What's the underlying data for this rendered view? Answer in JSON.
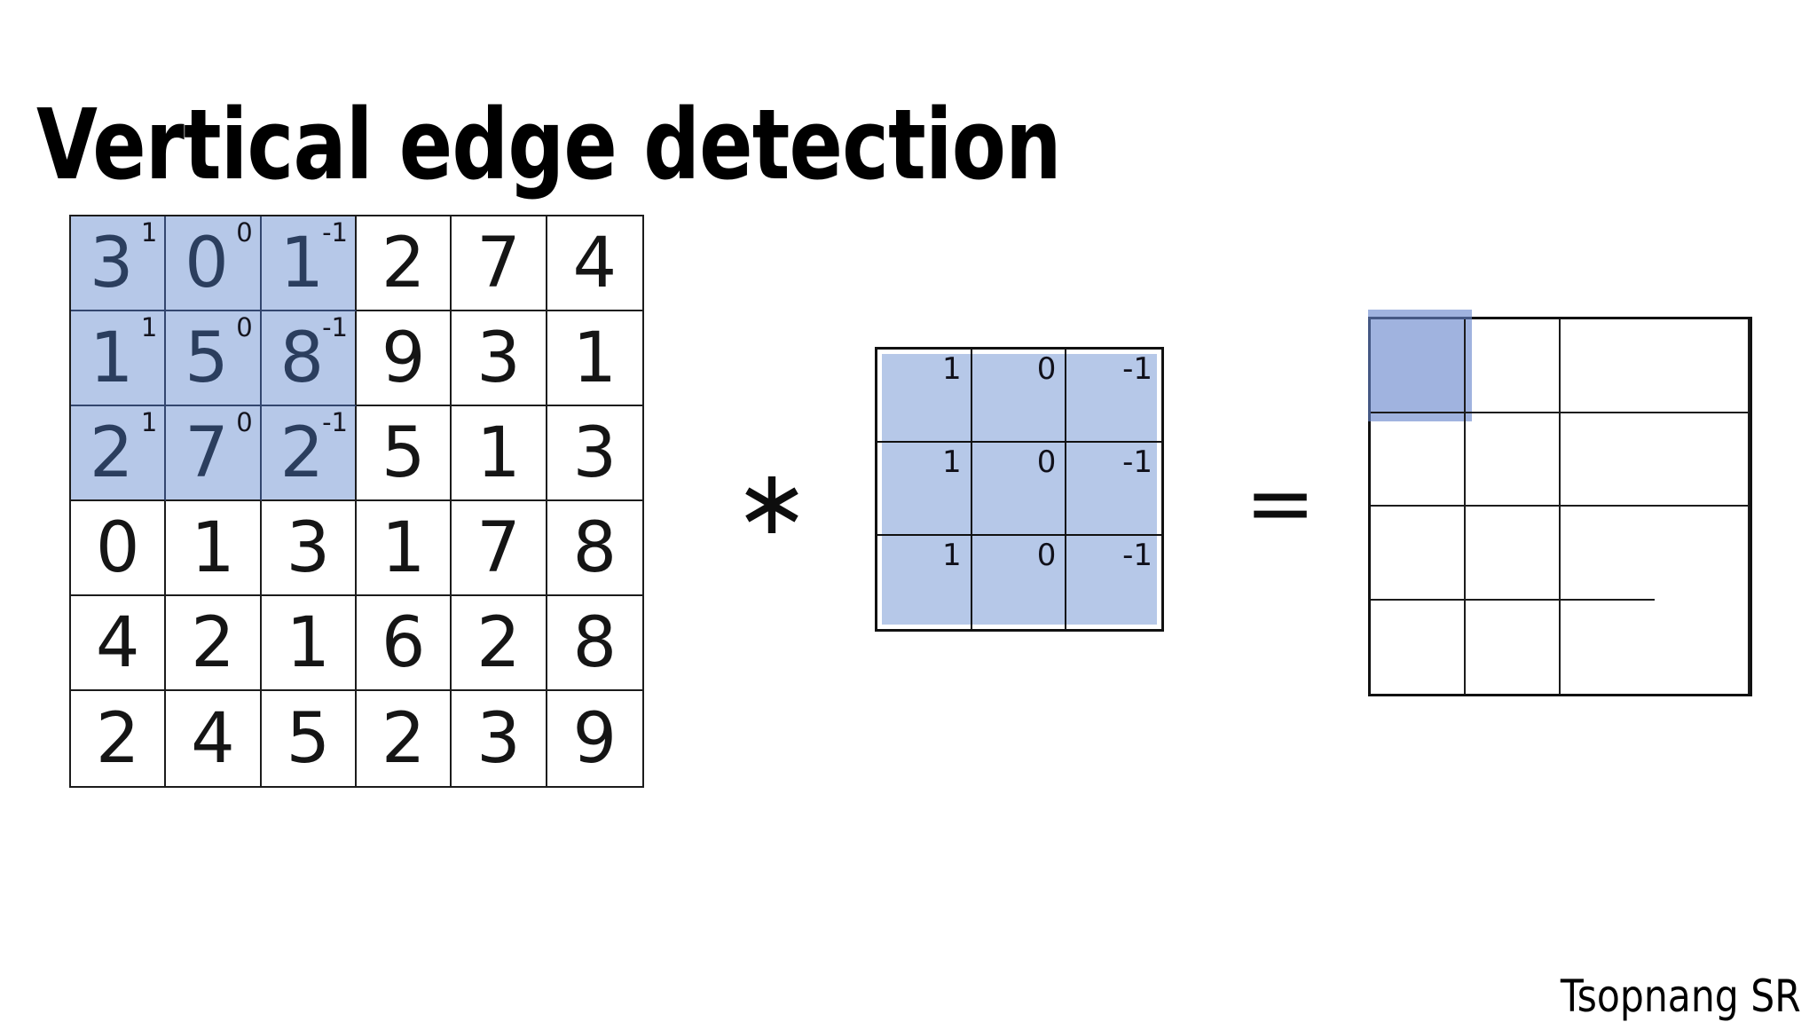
{
  "slide": {
    "title": "Vertical edge detection",
    "credit": "Tsopnang SR"
  },
  "operators": {
    "convolution": "∗",
    "equals": "="
  },
  "input_matrix": {
    "rows": 6,
    "cols": 6,
    "values": [
      [
        3,
        0,
        1,
        2,
        7,
        4
      ],
      [
        1,
        5,
        8,
        9,
        3,
        1
      ],
      [
        2,
        7,
        2,
        5,
        1,
        3
      ],
      [
        0,
        1,
        3,
        1,
        7,
        8
      ],
      [
        4,
        2,
        1,
        6,
        2,
        8
      ],
      [
        2,
        4,
        5,
        2,
        3,
        9
      ]
    ],
    "highlight": {
      "row_start": 0,
      "col_start": 0,
      "row_count": 3,
      "col_count": 3
    },
    "kernel_overlay_labels": [
      [
        "1",
        "0",
        "-1"
      ],
      [
        "1",
        "0",
        "-1"
      ],
      [
        "1",
        "0",
        "-1"
      ]
    ]
  },
  "filter_matrix": {
    "rows": 3,
    "cols": 3,
    "values": [
      [
        "1",
        "0",
        "-1"
      ],
      [
        "1",
        "0",
        "-1"
      ],
      [
        "1",
        "0",
        "-1"
      ]
    ]
  },
  "output_matrix": {
    "rows": 4,
    "cols": 4,
    "values": [
      [
        "",
        "",
        "",
        ""
      ],
      [
        "",
        "",
        "",
        ""
      ],
      [
        "",
        "",
        "",
        ""
      ],
      [
        "",
        "",
        "",
        ""
      ]
    ],
    "highlighted_cell": {
      "row": 0,
      "col": 0
    }
  },
  "colors": {
    "cell_highlight": "#B6C8E8",
    "digit_navy": "#2B3E5E",
    "grid_line": "#1C1C1C",
    "output_highlight": "#6685CB",
    "output_highlight_opacity": 0.62
  }
}
